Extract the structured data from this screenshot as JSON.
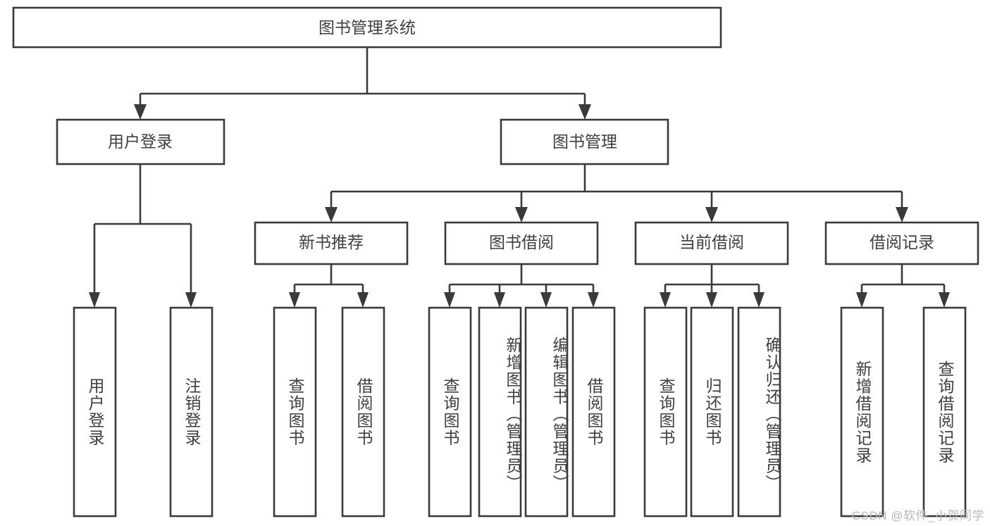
{
  "diagram": {
    "title": "图书管理系统",
    "type": "tree-hierarchy-diagram",
    "colors": {
      "stroke": "#3a3a3a",
      "fill": "#ffffff",
      "text": "#3f3f3f",
      "watermark": "#b9b9b9"
    },
    "root": {
      "label": "图书管理系统"
    },
    "level1": [
      {
        "label": "用户登录"
      },
      {
        "label": "图书管理"
      }
    ],
    "level2": [
      {
        "label": "新书推荐"
      },
      {
        "label": "图书借阅"
      },
      {
        "label": "当前借阅"
      },
      {
        "label": "借阅记录"
      }
    ],
    "leaves": {
      "user_login": [
        {
          "label": "用户登录"
        },
        {
          "label": "注销登录"
        }
      ],
      "new_book_recommend": [
        {
          "label": "查询图书"
        },
        {
          "label": "借阅图书"
        }
      ],
      "book_borrow": [
        {
          "label": "查询图书"
        },
        {
          "label": "新增图书（管理员）"
        },
        {
          "label": "编辑图书（管理员）"
        },
        {
          "label": "借阅图书"
        }
      ],
      "current_borrow": [
        {
          "label": "查询图书"
        },
        {
          "label": "归还图书"
        },
        {
          "label": "确认归还（管理员）"
        }
      ],
      "borrow_record": [
        {
          "label": "新增借阅记录"
        },
        {
          "label": "查询借阅记录"
        }
      ]
    }
  },
  "watermark": {
    "text": "CSDN @软件_小贺同学"
  }
}
